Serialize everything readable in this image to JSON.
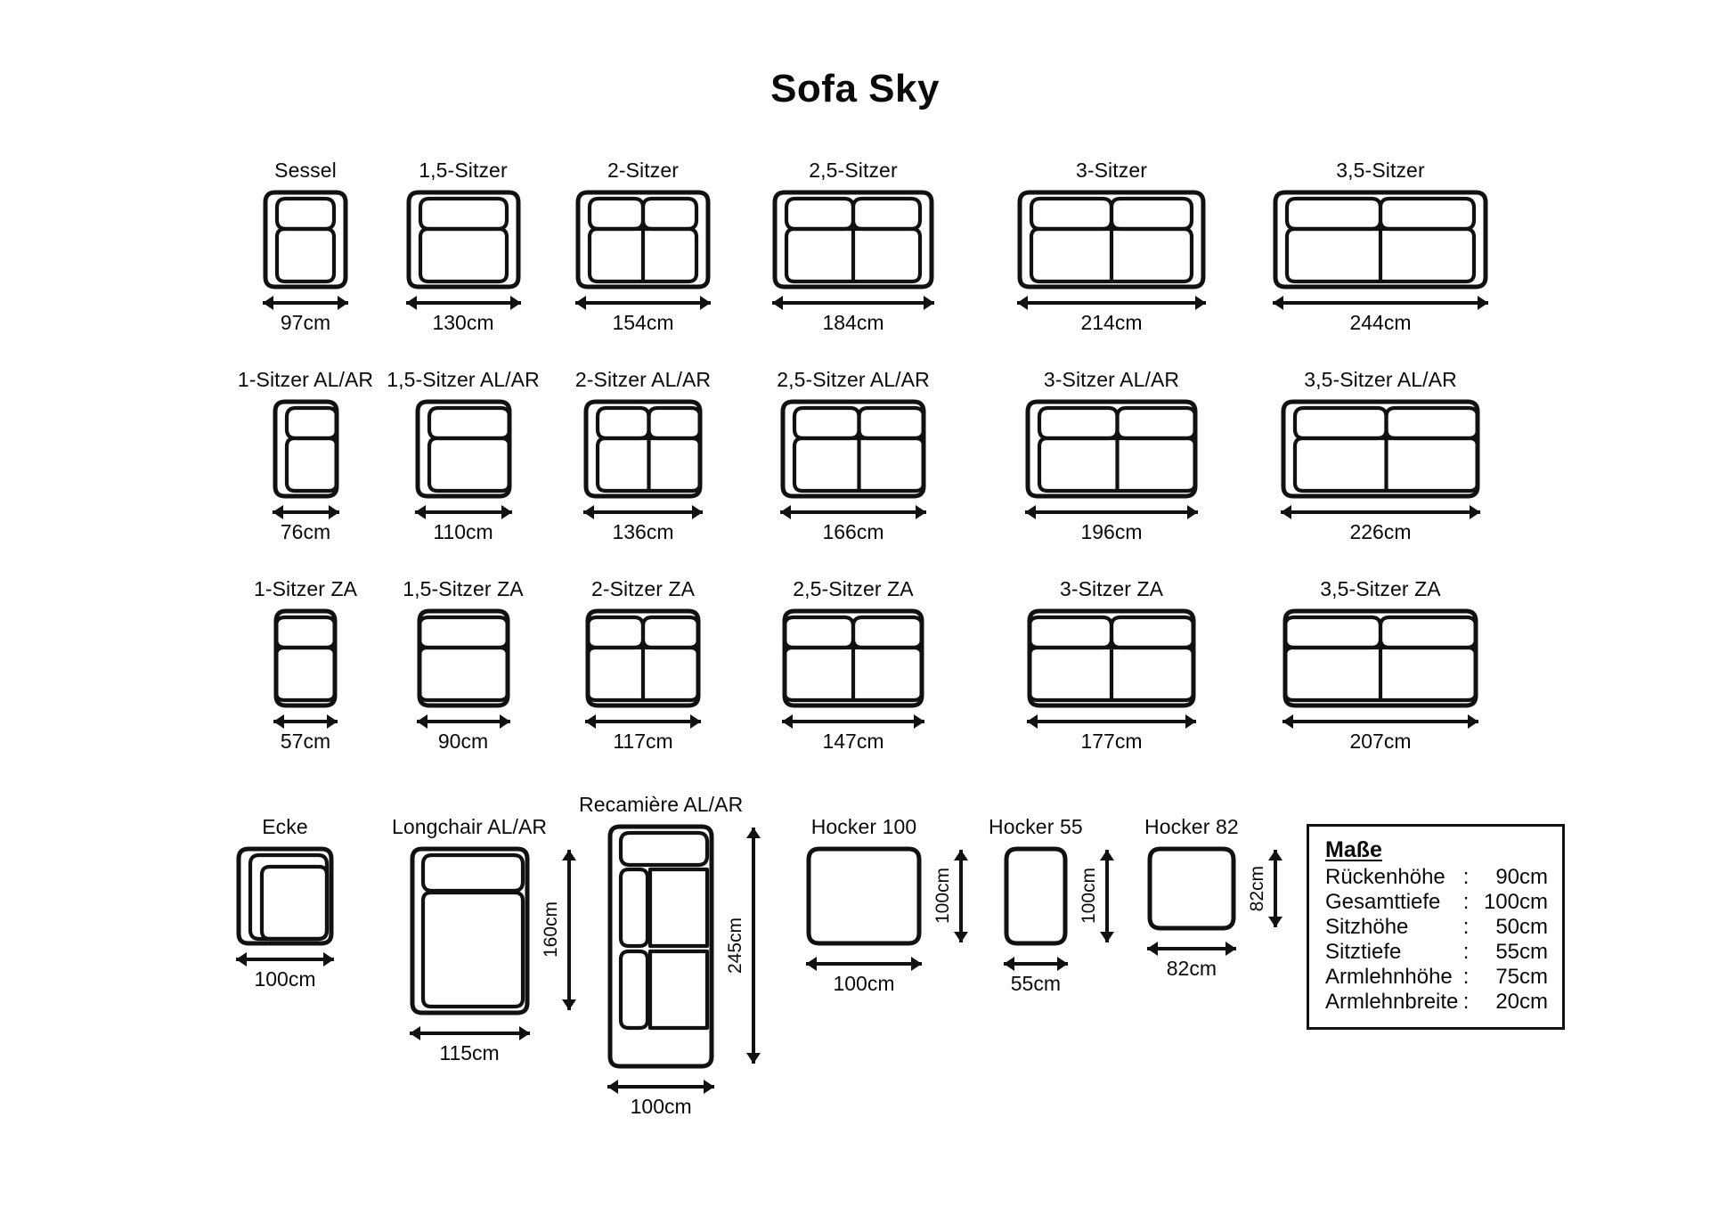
{
  "title": "Sofa Sky",
  "colors": {
    "ink": "#111111",
    "paper": "#ffffff"
  },
  "rows": [
    {
      "id": "row-standard",
      "items": [
        {
          "label": "Sessel",
          "width": "97cm",
          "seats": 1,
          "arms": "both",
          "px": 96
        },
        {
          "label": "1,5-Sitzer",
          "width": "130cm",
          "seats": 1,
          "arms": "both",
          "px": 129
        },
        {
          "label": "2-Sitzer",
          "width": "154cm",
          "seats": 2,
          "arms": "both",
          "px": 152
        },
        {
          "label": "2,5-Sitzer",
          "width": "184cm",
          "seats": 2,
          "arms": "both",
          "px": 182
        },
        {
          "label": "3-Sitzer",
          "width": "214cm",
          "seats": 2,
          "arms": "both",
          "px": 212
        },
        {
          "label": "3,5-Sitzer",
          "width": "244cm",
          "seats": 2,
          "arms": "both",
          "px": 242
        }
      ]
    },
    {
      "id": "row-alar",
      "items": [
        {
          "label": "1-Sitzer AL/AR",
          "width": "76cm",
          "seats": 1,
          "arms": "left",
          "px": 75
        },
        {
          "label": "1,5-Sitzer AL/AR",
          "width": "110cm",
          "seats": 1,
          "arms": "left",
          "px": 109
        },
        {
          "label": "2-Sitzer AL/AR",
          "width": "136cm",
          "seats": 2,
          "arms": "left",
          "px": 134
        },
        {
          "label": "2,5-Sitzer AL/AR",
          "width": "166cm",
          "seats": 2,
          "arms": "left",
          "px": 164
        },
        {
          "label": "3-Sitzer AL/AR",
          "width": "196cm",
          "seats": 2,
          "arms": "left",
          "px": 194
        },
        {
          "label": "3,5-Sitzer AL/AR",
          "width": "226cm",
          "seats": 2,
          "arms": "left",
          "px": 224
        }
      ]
    },
    {
      "id": "row-za",
      "items": [
        {
          "label": "1-Sitzer ZA",
          "width": "57cm",
          "seats": 1,
          "arms": "none",
          "px": 72
        },
        {
          "label": "1,5-Sitzer ZA",
          "width": "90cm",
          "seats": 1,
          "arms": "none",
          "px": 105
        },
        {
          "label": "2-Sitzer ZA",
          "width": "117cm",
          "seats": 2,
          "arms": "none",
          "px": 130
        },
        {
          "label": "2,5-Sitzer ZA",
          "width": "147cm",
          "seats": 2,
          "arms": "none",
          "px": 160
        },
        {
          "label": "3-Sitzer ZA",
          "width": "177cm",
          "seats": 2,
          "arms": "none",
          "px": 190
        },
        {
          "label": "3,5-Sitzer ZA",
          "width": "207cm",
          "seats": 2,
          "arms": "none",
          "px": 220
        }
      ]
    }
  ],
  "specials": [
    {
      "id": "ecke",
      "label": "Ecke",
      "width": "100cm",
      "height": null
    },
    {
      "id": "longchair",
      "label": "Longchair AL/AR",
      "width": "115cm",
      "height": "160cm"
    },
    {
      "id": "recamiere",
      "label": "Recamière AL/AR",
      "width": "100cm",
      "height": "245cm"
    },
    {
      "id": "hocker100",
      "label": "Hocker 100",
      "width": "100cm",
      "height": "100cm"
    },
    {
      "id": "hocker55",
      "label": "Hocker 55",
      "width": "55cm",
      "height": "100cm"
    },
    {
      "id": "hocker82",
      "label": "Hocker 82",
      "width": "82cm",
      "height": "82cm"
    }
  ],
  "masse": {
    "title": "Maße",
    "separator": ":",
    "rows": [
      {
        "key": "Rückenhöhe",
        "value": "90cm"
      },
      {
        "key": "Gesamttiefe",
        "value": "100cm"
      },
      {
        "key": "Sitzhöhe",
        "value": "50cm"
      },
      {
        "key": "Sitztiefe",
        "value": "55cm"
      },
      {
        "key": "Armlehnhöhe",
        "value": "75cm"
      },
      {
        "key": "Armlehnbreite",
        "value": "20cm"
      }
    ]
  }
}
